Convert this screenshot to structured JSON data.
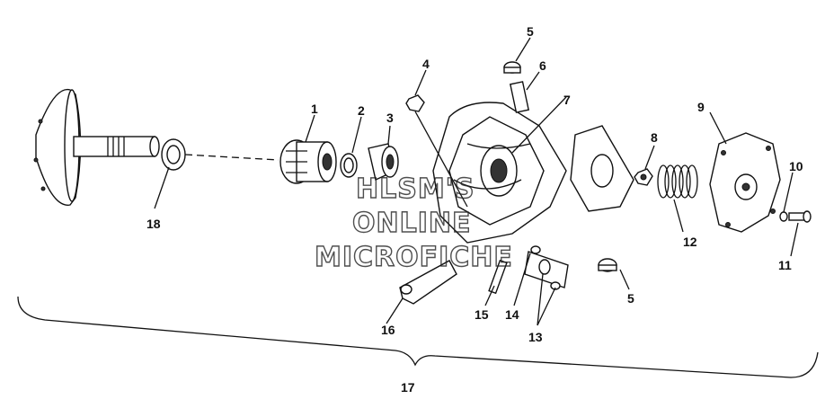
{
  "callouts": {
    "p1": "1",
    "p2": "2",
    "p3": "3",
    "p4": "4",
    "p5a": "5",
    "p5b": "5",
    "p6": "6",
    "p7": "7",
    "p8": "8",
    "p9": "9",
    "p10": "10",
    "p11": "11",
    "p12": "12",
    "p13": "13",
    "p14": "14",
    "p15": "15",
    "p16": "16",
    "p17": "17",
    "p18": "18"
  },
  "watermark": {
    "line1": "HLSM'S",
    "line2": "ONLINE",
    "line3": "MICROFICHE"
  }
}
